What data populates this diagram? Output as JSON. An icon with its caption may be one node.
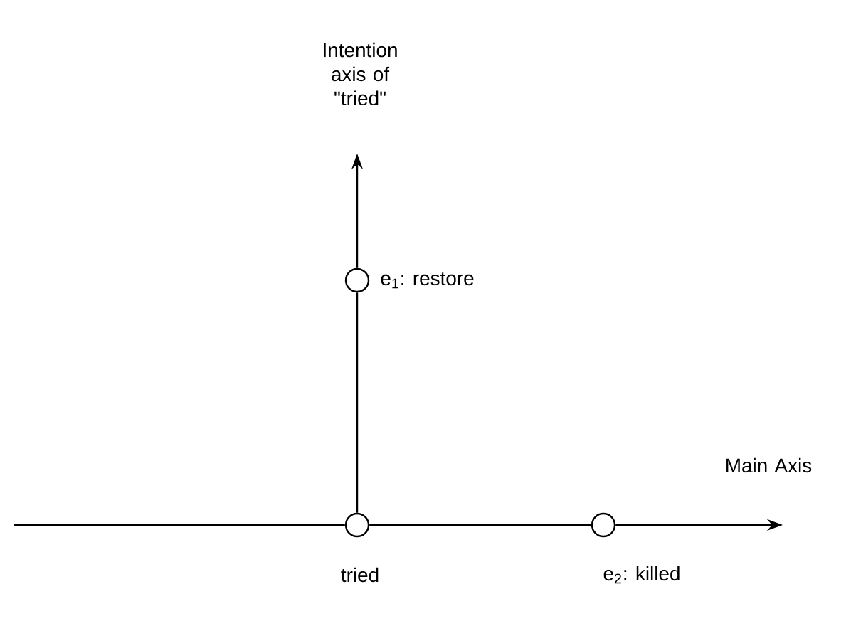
{
  "diagram": {
    "nodes": [
      {
        "text": [],
        "shape": "circle",
        "beside": [
          "tried"
        ]
      },
      {
        "text": [],
        "shape": "circle",
        "beside": [
          "e$_{1}$: restore"
        ]
      },
      {
        "text": [],
        "shape": "circle",
        "beside": [
          "e$_{2}$: killed"
        ]
      }
    ],
    "edges": [
      {
        "from": null,
        "to": 0,
        "arrow": "none"
      },
      {
        "from": 0,
        "to": 2,
        "arrow": "none"
      },
      {
        "from": 2,
        "to": null,
        "arrow": "to"
      },
      {
        "from": 0,
        "to": 1,
        "arrow": "none"
      },
      {
        "from": 1,
        "to": null,
        "arrow": "to"
      }
    ],
    "labels": [
      "Intention axis of \"tried\"",
      "Main Axis"
    ]
  }
}
